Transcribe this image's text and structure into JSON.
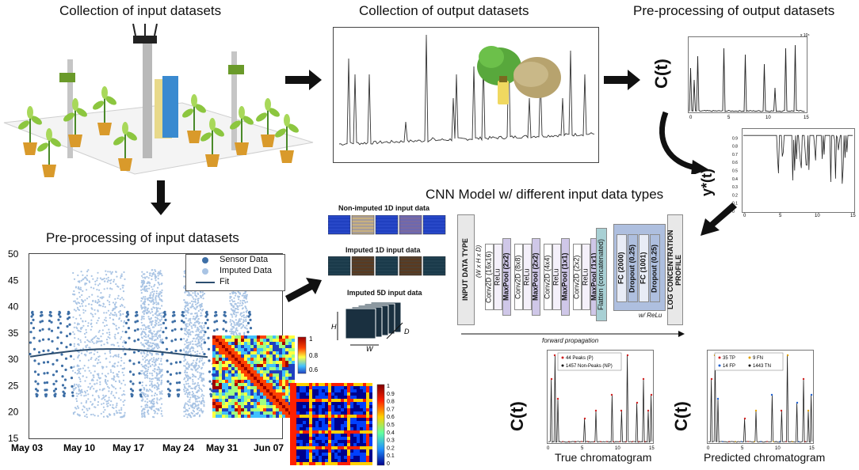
{
  "titles": {
    "input_collection": "Collection of input datasets",
    "output_collection": "Collection of output datasets",
    "output_preprocess": "Pre-processing of output datasets",
    "input_preprocess": "Pre-processing of input datasets",
    "cnn_title": "CNN Model w/ different input data types"
  },
  "input_types": {
    "nonimputed": "Non-imputed 1D input data",
    "imputed1d": "Imputed 1D input data",
    "imputed5d": "Imputed 5D input data",
    "dim_h": "H",
    "dim_w": "W",
    "dim_d": "D"
  },
  "cnn": {
    "input_block": "INPUT DATA TYPE",
    "input_dims": "(W x H x D)",
    "layers": [
      "Conv2D (16x16)",
      "ReLu",
      "MaxPool (2x2)",
      "Conv2D (8x8)",
      "ReLu",
      "MaxPool (2x2)",
      "Conv2D (4x4)",
      "ReLu",
      "MaxPool (1x1)",
      "Conv2D (2x2)",
      "ReLu",
      "MaxPool (1x1)"
    ],
    "flatten": "Flatten (concatenated)",
    "dense": [
      "FC (2000)",
      "Dropout (0.25)",
      "FC (1001)",
      "Dropout (0.25)"
    ],
    "relu_note": "w/ ReLu",
    "output_block": "LOG CONCENTRATION PROFILE",
    "forward": "forward propagation"
  },
  "chart_data": [
    {
      "type": "scatter",
      "title": "",
      "xlabel": "",
      "ylabel": "",
      "xticks": [
        "May 03",
        "May 10",
        "May 17",
        "May 24",
        "May 31",
        "Jun 07"
      ],
      "yticks": [
        "15",
        "20",
        "25",
        "30",
        "35",
        "40",
        "45",
        "50"
      ],
      "ylim": [
        15,
        50
      ],
      "legend": [
        "Sensor Data",
        "Imputed Data",
        "Fit"
      ],
      "legend_position": "top-right",
      "colors": {
        "sensor": "#3e6fa6",
        "imputed": "#a9c4e4",
        "fit": "#2c4e70"
      }
    },
    {
      "type": "line",
      "title": "",
      "ylabel": "C(t)",
      "y_exponent": "x 10⁶",
      "xticks": [
        "0",
        "5",
        "10",
        "15"
      ]
    },
    {
      "type": "line",
      "title": "",
      "ylabel": "y*(t)",
      "yticks": [
        "0",
        "0.1",
        "0.2",
        "0.3",
        "0.4",
        "0.5",
        "0.6",
        "0.7",
        "0.8",
        "0.9"
      ],
      "xticks": [
        "0",
        "5",
        "10",
        "15"
      ]
    },
    {
      "type": "line",
      "title": "",
      "ylabel": "C(t)",
      "xlabel": "True chromatogram",
      "legend": [
        "44 Peaks (P)",
        "1457 Non-Peaks (NP)"
      ],
      "legend_colors": [
        "#d02020",
        "#111111"
      ],
      "xticks": [
        "0",
        "5",
        "10",
        "15"
      ]
    },
    {
      "type": "line",
      "title": "",
      "ylabel": "C(t)",
      "xlabel": "Predicted chromatogram",
      "legend": [
        "35 TP",
        "9 FN",
        "14 FP",
        "1443 TN"
      ],
      "legend_colors": [
        "#d02020",
        "#e0a000",
        "#2060d0",
        "#111111"
      ],
      "xticks": [
        "0",
        "5",
        "10",
        "15"
      ]
    }
  ],
  "heatmap_scales": {
    "small": [
      "1",
      "0.8",
      "0.6"
    ],
    "large": [
      "1",
      "0.9",
      "0.8",
      "0.7",
      "0.6",
      "0.5",
      "0.4",
      "0.3",
      "0.2",
      "0.1",
      "0"
    ]
  }
}
